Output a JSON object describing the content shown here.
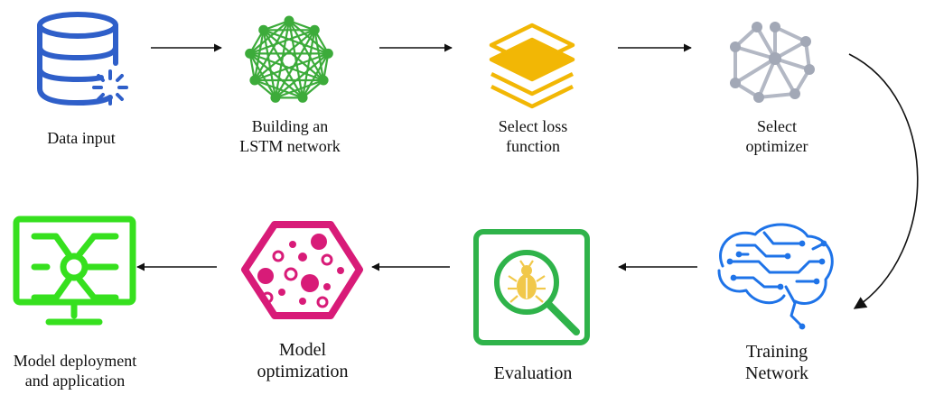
{
  "steps": [
    {
      "id": "data-input",
      "label": [
        "Data input"
      ],
      "icon": "database-icon",
      "color": "#2f5fc9"
    },
    {
      "id": "building-lstm",
      "label": [
        "Building an",
        "LSTM network"
      ],
      "icon": "network-icon",
      "color": "#3cab3a"
    },
    {
      "id": "select-loss",
      "label": [
        "Select loss",
        "function"
      ],
      "icon": "layers-icon",
      "color": "#f2b705"
    },
    {
      "id": "select-optimizer",
      "label": [
        "Select",
        "optimizer"
      ],
      "icon": "hub-icon",
      "color": "#a2a8b6"
    },
    {
      "id": "training-network",
      "label": [
        "Training",
        "Network"
      ],
      "icon": "circuit-brain-icon",
      "color": "#1e73e8"
    },
    {
      "id": "evaluation",
      "label": [
        "Evaluation"
      ],
      "icon": "bug-search-icon",
      "color": "#2fb34a"
    },
    {
      "id": "model-optimization",
      "label": [
        "Model",
        "optimization"
      ],
      "icon": "hexagon-cells-icon",
      "color": "#d81b78"
    },
    {
      "id": "model-deployment",
      "label": [
        "Model deployment",
        "and application"
      ],
      "icon": "monitor-icon",
      "color": "#36e01e"
    }
  ],
  "colors": {
    "arrow": "#111111",
    "bug": "#f1c84a"
  }
}
